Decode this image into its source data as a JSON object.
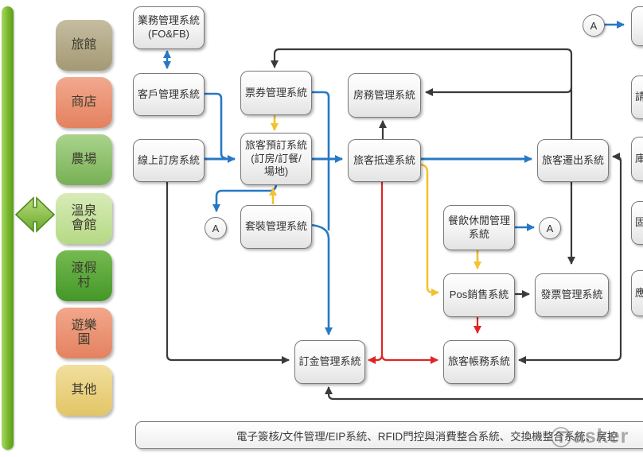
{
  "colors": {
    "blue": "#2779c4",
    "yellow": "#f2c230",
    "red": "#e02424",
    "black": "#3a3a3a",
    "rail_green": "#76b82a",
    "arrow_fill": "#8cc63e",
    "arrow_stroke": "#4e8c1e"
  },
  "categories": [
    {
      "lines": [
        "旅館"
      ],
      "colors": {
        "top": "#c6bda2",
        "bottom": "#a39973"
      }
    },
    {
      "lines": [
        "商店"
      ],
      "colors": {
        "top": "#f2a98f",
        "bottom": "#e4815f"
      }
    },
    {
      "lines": [
        "農場"
      ],
      "colors": {
        "top": "#a9d48c",
        "bottom": "#78b055"
      }
    },
    {
      "lines": [
        "溫泉",
        "會館"
      ],
      "colors": {
        "top": "#d8ebb8",
        "bottom": "#b5d985"
      }
    },
    {
      "lines": [
        "渡假",
        "村"
      ],
      "colors": {
        "top": "#76ba52",
        "bottom": "#449727"
      }
    },
    {
      "lines": [
        "遊樂",
        "園"
      ],
      "colors": {
        "top": "#f2a78c",
        "bottom": "#e4825f"
      }
    },
    {
      "lines": [
        "其他"
      ],
      "colors": {
        "top": "#f2df9e",
        "bottom": "#e2c567"
      }
    }
  ],
  "systems": {
    "business": {
      "lines": [
        "業務管理系統",
        "(FO&FB)"
      ]
    },
    "crm": {
      "lines": [
        "客戶管理系統"
      ]
    },
    "online_booking": {
      "lines": [
        "線上訂房系統"
      ]
    },
    "ticket": {
      "lines": [
        "票券管理系統"
      ]
    },
    "reservation": {
      "lines": [
        "旅客預訂系統",
        "(訂房/訂餐/",
        "場地)"
      ]
    },
    "package": {
      "lines": [
        "套裝管理系統"
      ]
    },
    "housekeeping": {
      "lines": [
        "房務管理系統"
      ]
    },
    "arrival": {
      "lines": [
        "旅客抵達系統"
      ]
    },
    "checkout": {
      "lines": [
        "旅客遷出系統"
      ]
    },
    "fnb_leisure": {
      "lines": [
        "餐飲休閒管理",
        "系統"
      ]
    },
    "pos": {
      "lines": [
        "Pos銷售系統"
      ]
    },
    "invoice": {
      "lines": [
        "發票管理系統"
      ]
    },
    "deposit": {
      "lines": [
        "訂金管理系統"
      ]
    },
    "billing": {
      "lines": [
        "旅客帳務系統"
      ]
    }
  },
  "edge_boxes": [
    {
      "partial": ""
    },
    {
      "partial": "請"
    },
    {
      "partial": "庫"
    },
    {
      "partial": "固"
    },
    {
      "partial": "應"
    }
  ],
  "connector_label": "A",
  "bottom_bar": {
    "text": "電子簽核/文件管理/EIP系統、RFID門控與消費整合系統、交換機整合系統、房控"
  },
  "watermark": {
    "icon": "Ⓣ",
    "text": "asker"
  }
}
